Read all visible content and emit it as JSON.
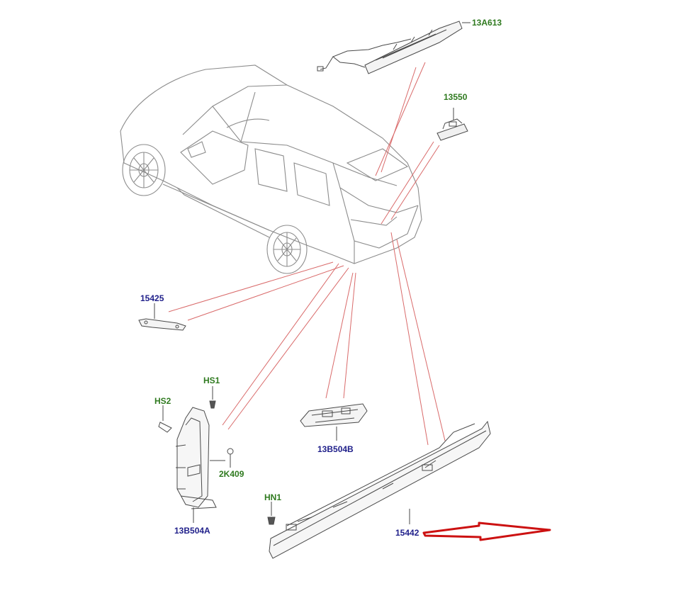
{
  "colors": {
    "outline": "#8c8c8c",
    "part_outline": "#4a4a4a",
    "leader_red": "#d96a6a",
    "green_label": "#2f7a1f",
    "navy_label": "#1f1f8a",
    "arrow_red": "#cc1111"
  },
  "parts": {
    "p13A613": "13A613",
    "p13550": "13550",
    "p15425": "15425",
    "pHS1": "HS1",
    "pHS2": "HS2",
    "p2K409": "2K409",
    "p13B504A": "13B504A",
    "p13B504B": "13B504B",
    "pHN1": "HN1",
    "p15442": "15442"
  },
  "highlight": {
    "part": "15442",
    "marker": "red-arrow"
  }
}
